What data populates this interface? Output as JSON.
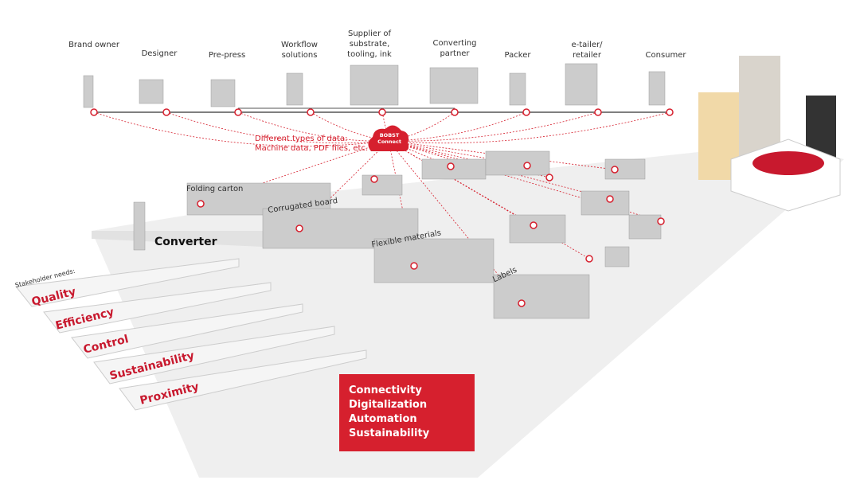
{
  "stakeholders": [
    "Brand owner",
    "Designer",
    "Pre-press",
    "Workflow solutions",
    "Supplier of substrate, tooling, ink",
    "Converting partner",
    "Packer",
    "e-tailer/ retailer",
    "Consumer"
  ],
  "cloud": {
    "line1": "BOBST",
    "line2": "Connect"
  },
  "data_note": {
    "line1": "Different types of data:",
    "line2": "Machine data, PDF files, etc."
  },
  "areas": {
    "folding": "Folding carton",
    "corrugated": "Corrugated board",
    "flexible": "Flexible materials",
    "labels": "Labels",
    "converter": "Converter"
  },
  "needs_title": "Stakeholder needs:",
  "needs": [
    "Quality",
    "Efficiency",
    "Control",
    "Sustainability",
    "Proximity"
  ],
  "pillars": [
    "Connectivity",
    "Digitalization",
    "Automation",
    "Sustainability"
  ],
  "colors": {
    "accent": "#d6202e"
  }
}
